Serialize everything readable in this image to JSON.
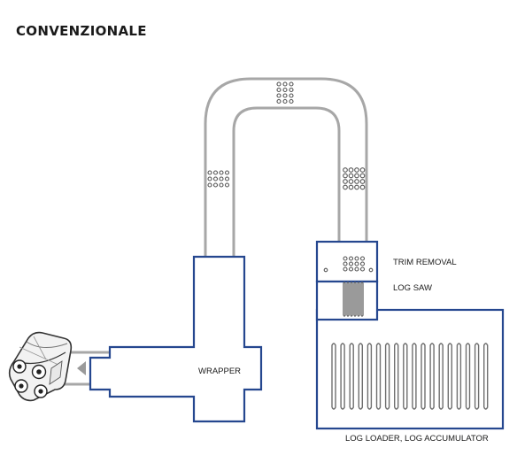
{
  "title": "CONVENZIONALE",
  "labels": {
    "trim_removal": "TRIM REMOVAL",
    "log_saw": "LOG SAW",
    "wrapper": "WRAPPER",
    "log_loader": "LOG LOADER, LOG ACCUMULATOR"
  },
  "colors": {
    "machine_outline": "#25478f",
    "conveyor": "#a7a7a7",
    "text": "#1a1a1a"
  },
  "icons": [
    "roll-package-icon",
    "direction-arrow-icon"
  ]
}
